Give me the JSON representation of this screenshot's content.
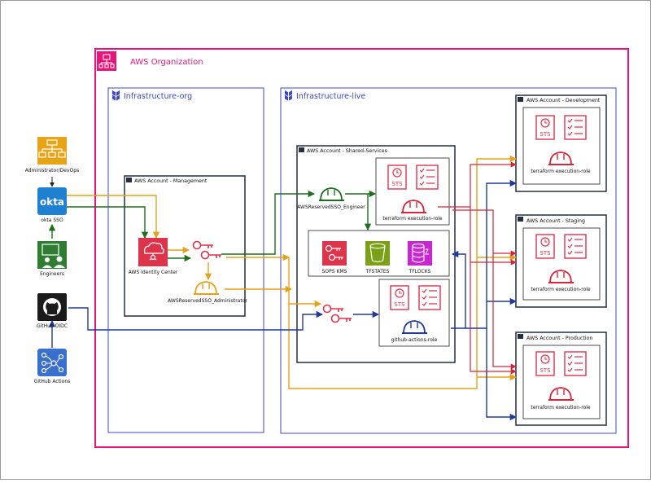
{
  "organization": {
    "title": "AWS Organization",
    "color": "#e7157b"
  },
  "groups": {
    "infra_org": "Infrastructure-org",
    "infra_live": "Infrastructure-live",
    "color": "#3b48cc"
  },
  "accounts": {
    "management": "AWS Account - Management",
    "shared_services": "AWS Account - Shared-Services",
    "development": "AWS Account - Development",
    "staging": "AWS Account - Staging",
    "production": "AWS Account - Production"
  },
  "external": {
    "admin": "Administrator/DevOps",
    "okta_logo": "okta",
    "okta_sso": "okta SSO",
    "engineers": "Engineers",
    "github_oidc": "GitHub OIDC",
    "github_actions": "GitHub Actions"
  },
  "nodes": {
    "identity_center": "AWS Identity Center",
    "admin_role": "AWSReservedSSO_Administrator",
    "engineer_role": "AWSReservedSSO_Engineer",
    "sops_kms": "SOPS KMS",
    "tfstates": "TFSTATES",
    "tflocks": "TFLOCKS",
    "sts": "STS",
    "terraform_role": "terraform execution-role",
    "github_role": "github-actions-role"
  },
  "colors": {
    "yellow": "#e3a21a",
    "green": "#1d6e1d",
    "blue": "#1f3a9c",
    "red": "#d5263b",
    "service_red": "#dd344c",
    "s3_green": "#7aa116",
    "kms_red": "#dd344c",
    "dynamo_purple": "#c925d1",
    "okta_blue": "#1f7fd0",
    "github_black": "#1b1b1b",
    "actions_blue": "#3a6fd0"
  },
  "icons": [
    "org-icon",
    "terraform-icon",
    "hierarchy-icon",
    "okta-icon",
    "engineers-icon",
    "github-icon",
    "github-actions-icon",
    "identity-center-icon",
    "key-icon",
    "helmet-icon",
    "sts-icon",
    "checklist-icon",
    "kms-icon",
    "s3-bucket-icon",
    "dynamodb-icon"
  ]
}
